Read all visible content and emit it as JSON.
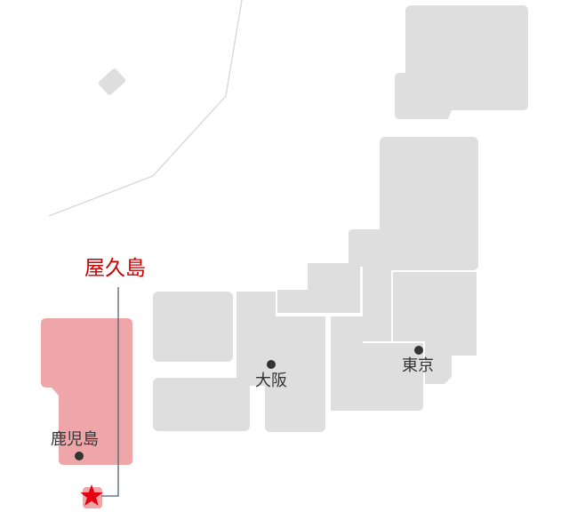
{
  "labels": {
    "highlight": "屋久島",
    "kagoshima": "鹿児島",
    "osaka": "大阪",
    "tokyo": "東京"
  },
  "colors": {
    "background": "#ffffff",
    "region": "#dedede",
    "highlight_region": "#efa6a8",
    "highlight_text": "#cc0000",
    "marker_star": "#e60012",
    "leader_line": "#4e6173",
    "text": "#333333",
    "boundary_line": "#d9d9d9"
  },
  "icons": {
    "marker": "star-icon",
    "city": "dot-icon"
  }
}
